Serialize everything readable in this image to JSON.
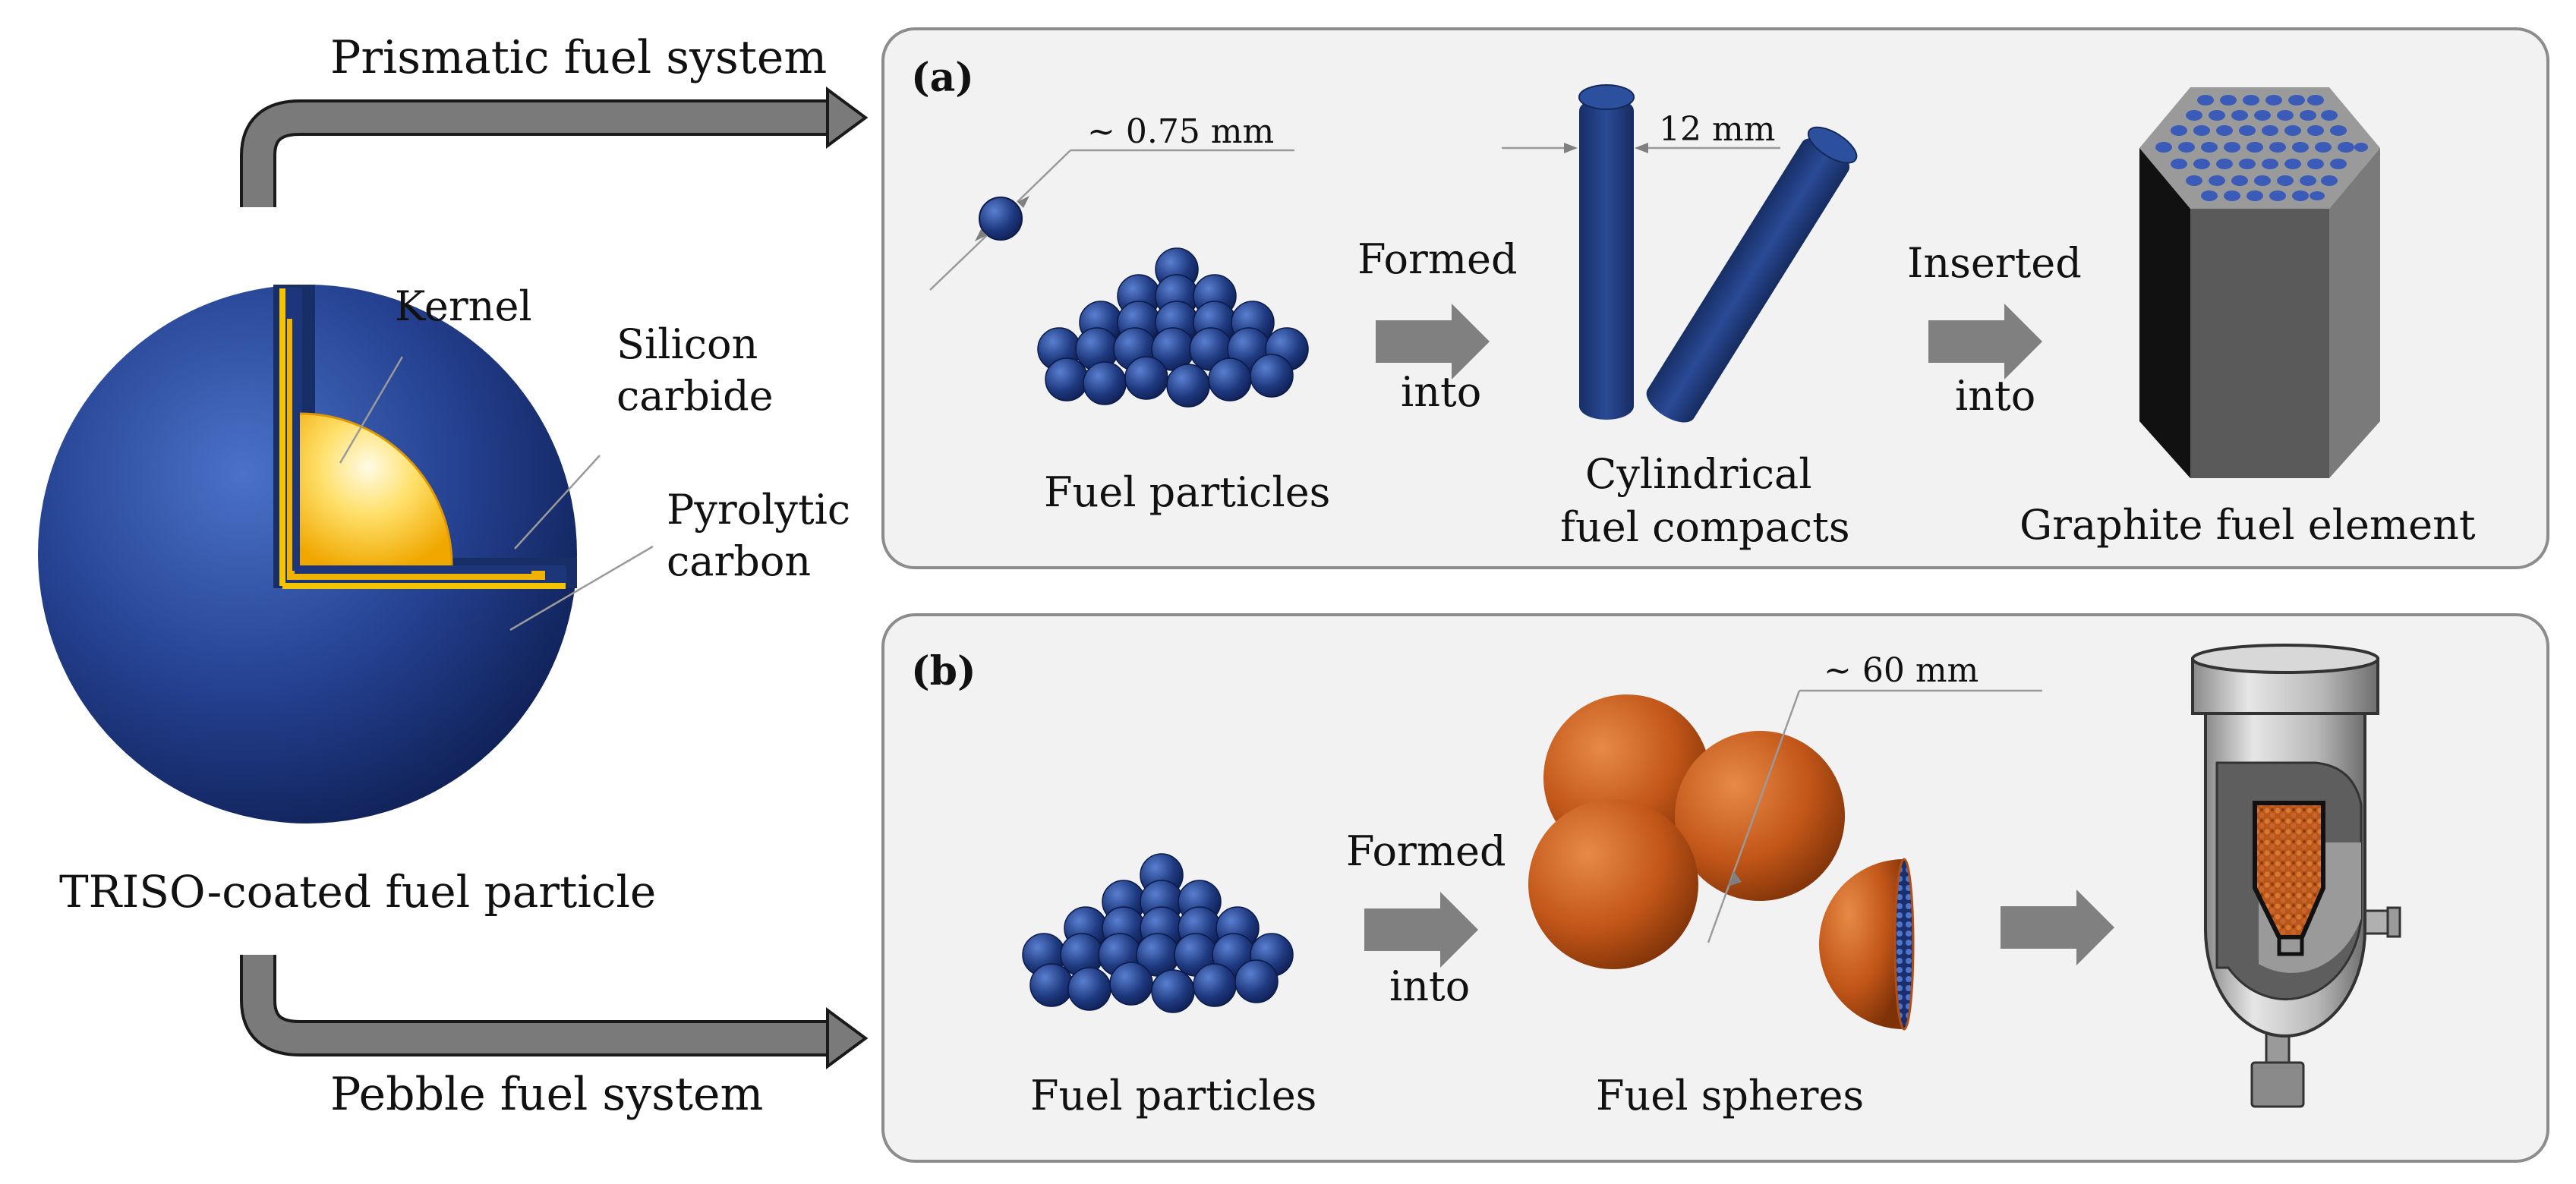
{
  "diagram": {
    "systems": {
      "prismatic": "Prismatic fuel system",
      "pebble": "Pebble fuel system"
    },
    "triso": {
      "caption": "TRISO-coated fuel particle",
      "layers": {
        "kernel": "Kernel",
        "sic_line1": "Silicon",
        "sic_line2": "carbide",
        "pyc_line1": "Pyrolytic",
        "pyc_line2": "carbon"
      }
    },
    "panel_a": {
      "tag": "(a)",
      "particle_size": "~ 0.75 mm",
      "particles_label": "Fuel particles",
      "step1_top": "Formed",
      "step1_bottom": "into",
      "compact_size": "12 mm",
      "compacts_line1": "Cylindrical",
      "compacts_line2": "fuel compacts",
      "step2_top": "Inserted",
      "step2_bottom": "into",
      "element_label": "Graphite fuel element"
    },
    "panel_b": {
      "tag": "(b)",
      "particles_label": "Fuel particles",
      "step1_top": "Formed",
      "step1_bottom": "into",
      "sphere_size": "~ 60 mm",
      "spheres_label": "Fuel spheres"
    },
    "colors": {
      "fuel_blue": "#1f3a80",
      "kernel_yellow": "#ffd21e",
      "pebble_orange": "#c45a1c",
      "arrow_gray": "#808080",
      "panel_fill": "#f2f2f2",
      "panel_border": "#8c8c8c"
    }
  }
}
